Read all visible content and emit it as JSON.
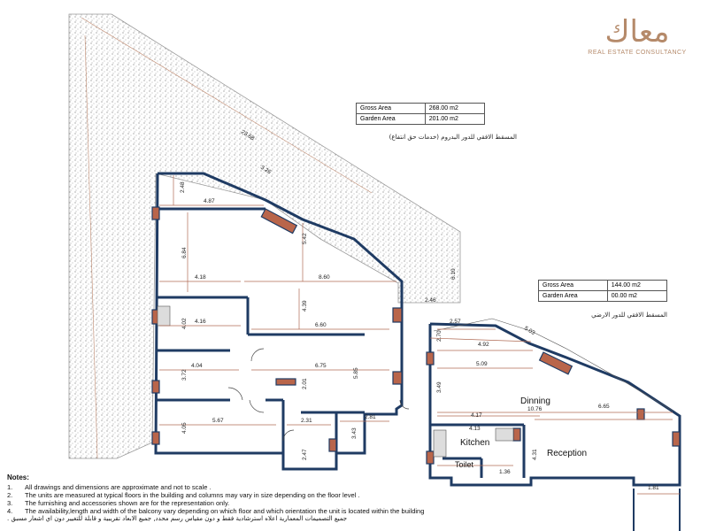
{
  "logo": {
    "arabic": "معاك",
    "english": "REAL ESTATE CONSULTANCY"
  },
  "basement_table": {
    "rows": [
      {
        "label": "Gross Area",
        "value": "268.00 m2"
      },
      {
        "label": "Garden Area",
        "value": "201.00 m2"
      }
    ],
    "caption_ar": "المسقط الافقي للدور البدروم (خدمات حق انتفاع)"
  },
  "ground_table": {
    "rows": [
      {
        "label": "Gross Area",
        "value": "144.00 m2"
      },
      {
        "label": "Garden Area",
        "value": "00.00 m2"
      }
    ],
    "caption_ar": "المسقط الافقي للدور الارضي"
  },
  "rooms": {
    "dinning": "Dinning",
    "kitchen": "Kitchen",
    "reception": "Reception",
    "toilet": "Toilet"
  },
  "dimensions": {
    "d_487": "4.87",
    "d_248": "2.48",
    "d_684": "6.84",
    "d_542": "5.42",
    "d_418": "4.18",
    "d_860": "8.60",
    "d_416": "4.16",
    "d_660": "6.60",
    "d_404": "4.04",
    "d_675": "6.75",
    "d_567": "5.67",
    "d_231": "2.31",
    "d_281": "2.81",
    "d_246": "2.46",
    "d_257": "2.57",
    "d_492": "4.92",
    "d_509": "5.09",
    "d_1076": "10.76",
    "d_417": "4.17",
    "d_665": "6.65",
    "d_413": "4.13",
    "d_136": "1.36",
    "d_181": "1.81",
    "d_270": "2.70",
    "d_326": "3.26",
    "d_2368": "23.68",
    "d_610": "6.10",
    "d_431": "4.31",
    "d_405": "4.05",
    "d_402": "4.02",
    "d_372": "3.72",
    "d_585": "5.85",
    "d_343": "3.43",
    "d_247": "2.47",
    "d_201": "2.01",
    "d_439": "4.39",
    "d_349": "3.49",
    "d_503": "5.03"
  },
  "notes": {
    "title": "Notes:",
    "items": [
      {
        "num": "1.",
        "text": "All drawings and dimensions are approximate and not to scale ."
      },
      {
        "num": "2.",
        "text": "The units are measured at typical floors in the building and columns may vary in size depending on the floor level ."
      },
      {
        "num": "3.",
        "text": "The furnishing and accessories shown are for the representation only."
      },
      {
        "num": "4.",
        "text": "The availability,length and width of the balcony vary depending on which floor and which orientation  the unit is located within the building"
      }
    ],
    "arabic": "جميع التصميمات المعمارية اعلاه استرشادية فقط و دون مقياس رسم محدد, جميع الابعاد تقريبية و قابلة للتغيير دون اي اشعار مسبق ."
  },
  "colors": {
    "wall": "#1f3b63",
    "column": "#b9654a",
    "garden_hatch": "#8a8a8a",
    "dim_line": "#b06b55",
    "logo": "#b58a6a"
  }
}
